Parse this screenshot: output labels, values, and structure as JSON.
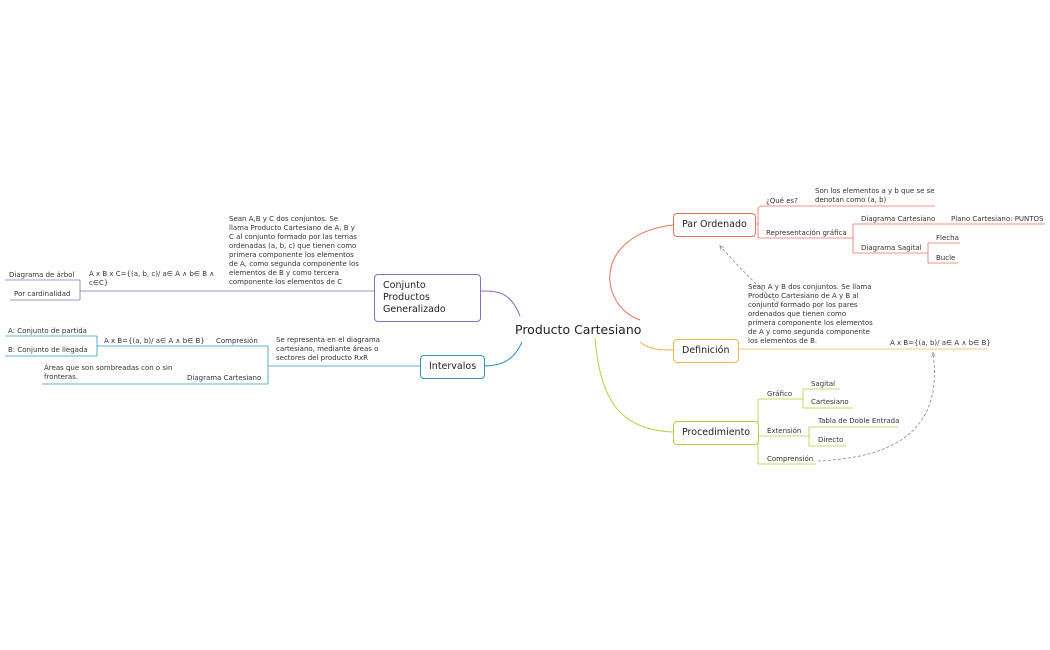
{
  "root": "Producto Cartesiano",
  "colors": {
    "par": "#e8725c",
    "def": "#f0b64a",
    "proc": "#b8cc3a",
    "conj": "#8a6fb8",
    "inter": "#2f96c0",
    "arrow": "#888888"
  },
  "par": {
    "title": "Par Ordenado",
    "que": "¿Qué es?",
    "que_desc": "Son los elementos a y b que se se denotan como (a, b)",
    "rep": "Representación gráfica",
    "diag_cart": "Diagrama Cartesiano",
    "plano": "Plano Cartesiano: PUNTOS",
    "diag_sag": "Diagrama Sagital",
    "flecha": "Flecha",
    "bucle": "Bucle"
  },
  "def": {
    "title": "Definición",
    "desc": "Sean A y B dos conjuntos. Se llama Producto Cartesiano de A y B al conjunto formado por los pares ordenados que tienen como primera componente los elementos de A y como segunda componente los elementos de B.",
    "formula": "A x B={(a, b)/ a∈ A ∧ b∈ B}"
  },
  "proc": {
    "title": "Procedimiento",
    "graf": "Gráfico",
    "sagital": "Sagital",
    "cartesiano": "Cartesiano",
    "ext": "Extensión",
    "tabla": "Tabla de Doble Entrada",
    "directo": "Directo",
    "comp": "Comprensión"
  },
  "conj": {
    "title": "Conjunto Productos Generalizado",
    "desc": "Sean A,B y C dos conjuntos. Se llama Producto Cartesiano de A, B y C al conjunto formado por las ternas ordenadas (a, b, c) que tienen como primera componente los elementos de A, como segunda componente los elementos de B y como tercera componente los elementos de C",
    "formula": "A x B x C={(a, b, c)/ a∈ A ∧ b∈ B ∧ c∈C}",
    "arbol": "Diagrama de árbol",
    "card": "Por cardinalidad"
  },
  "inter": {
    "title": "Intervalos",
    "desc": "Se representa en el diagrama cartesiano, mediante áreas o sectores del producto RxR",
    "comp": "Compresión",
    "formula": "A x B={(a, b)/ a∈ A ∧ b∈ B}",
    "partida": "A: Conjunto de partida",
    "llegada": "B: Conjunto de llegada",
    "diag": "Diagrama Cartesiano",
    "areas": "Áreas que son sombreadas con o sin fronteras."
  }
}
